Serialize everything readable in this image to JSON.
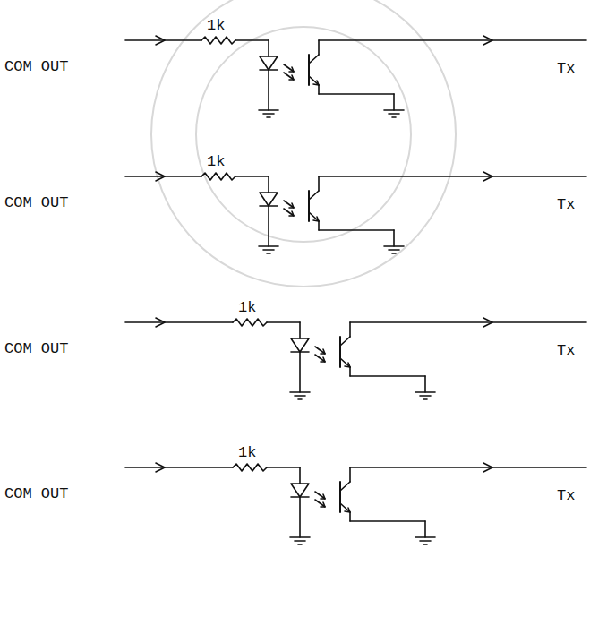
{
  "diagram": {
    "labels": [
      "1k",
      "COM OUT",
      "Tx",
      "1k",
      "COM OUT",
      "Tx",
      "1k",
      "COM OUT",
      "Tx",
      "1k",
      "COM OUT",
      "Tx"
    ]
  }
}
